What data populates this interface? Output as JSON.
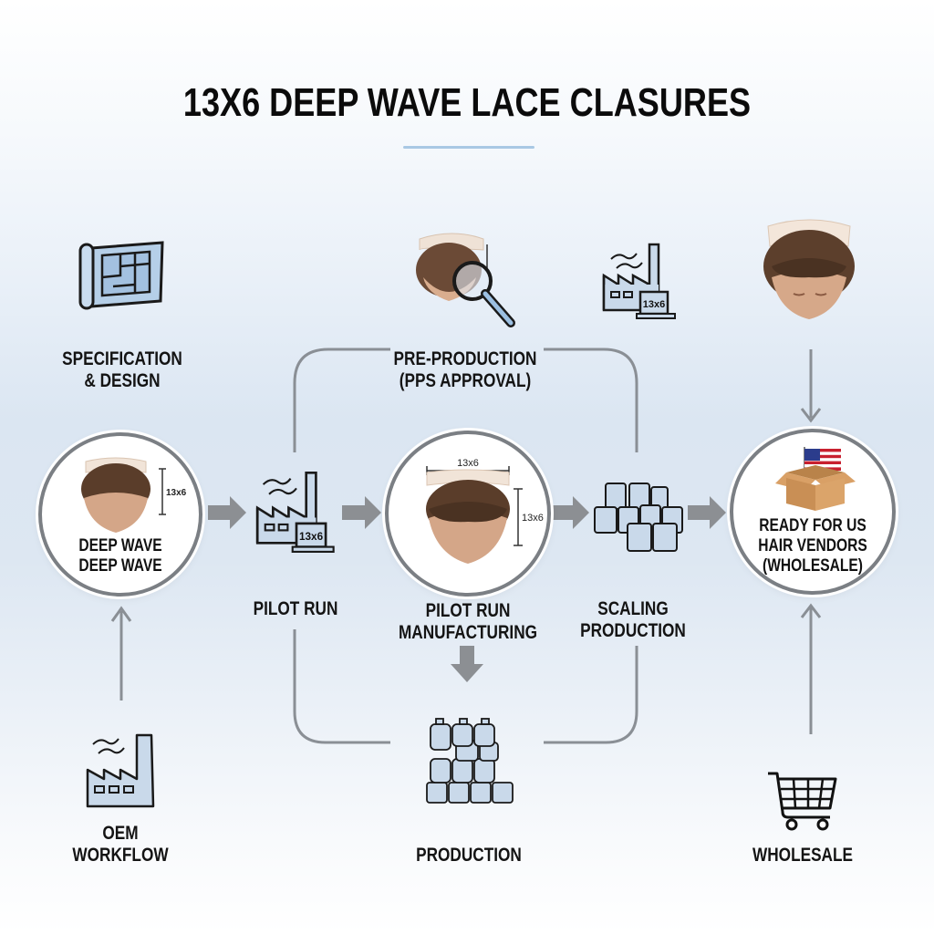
{
  "header": {
    "title": "13X6 DEEP WAVE LACE CLASURES"
  },
  "nodes": {
    "specification": {
      "label_line1": "SPECIFICATION",
      "label_line2": "& DESIGN",
      "icon": "blueprint-icon"
    },
    "pre_production": {
      "label_line1": "PRE-PRODUCTION",
      "label_line2": "(PPS APPROVAL)",
      "icon": "magnifier-icon"
    },
    "factory_top": {
      "badge": "13x6",
      "icon": "factory-icon"
    },
    "product_top": {
      "icon": "lace-closure-icon"
    },
    "deep_wave_circle": {
      "label_line1": "DEEP WAVE",
      "label_line2": "DEEP WAVE",
      "dimension": "13x6"
    },
    "pilot_run": {
      "label": "PILOT RUN",
      "badge": "13x6",
      "icon": "factory-icon"
    },
    "pilot_run_manufacturing": {
      "label_line1": "PILOT RUN",
      "label_line2": "MANUFACTURING",
      "dimension_width": "13x6",
      "dimension_height": "13x6"
    },
    "scaling_production": {
      "label_line1": "SCALING",
      "label_line2": "PRODUCTION",
      "icon": "containers-icon"
    },
    "ready_vendors": {
      "label_line1": "READY FOR US",
      "label_line2": "HAIR VENDORS",
      "label_line3": "(WHOLESALE)",
      "icon": "box-with-us-flag-icon"
    },
    "oem_workflow": {
      "label_line1": "OEM",
      "label_line2": "WORKFLOW",
      "icon": "factory-icon"
    },
    "production": {
      "label": "PRODUCTION",
      "icon": "stacked-containers-icon"
    },
    "wholesale": {
      "label": "WHOLESALE",
      "icon": "shopping-cart-icon"
    }
  },
  "colors": {
    "accent_line": "#a9c8e4",
    "connector": "#8a8f95",
    "arrow_fill": "#8c8f93",
    "icon_fill": "#c9d9ea",
    "icon_stroke": "#1a1a1a"
  }
}
